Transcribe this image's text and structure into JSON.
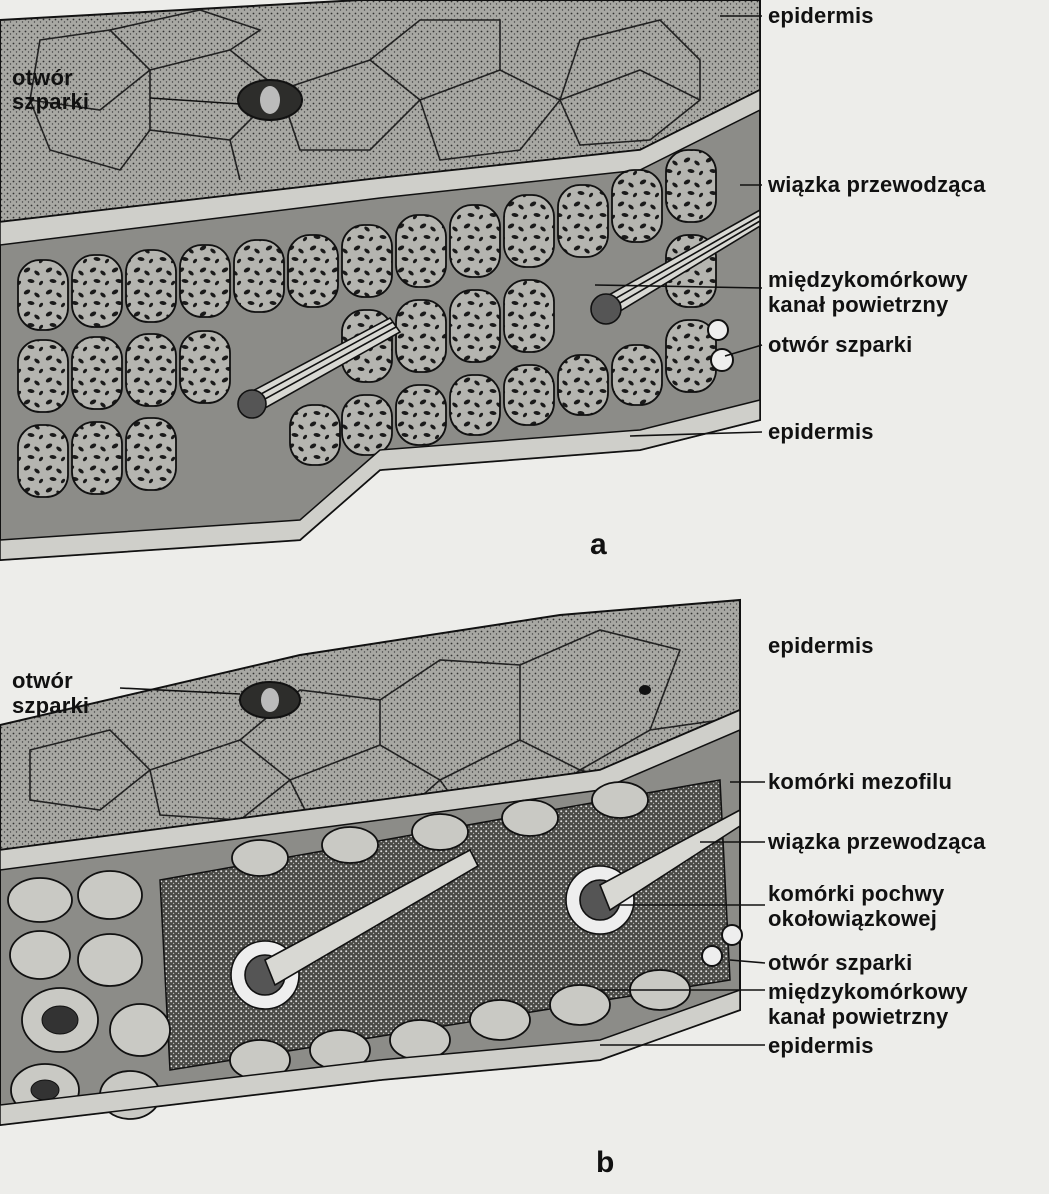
{
  "panel_a": {
    "letter": "a",
    "labels": {
      "epidermis_top": "epidermis",
      "stoma_left_line1": "otwór",
      "stoma_left_line2": "szparki",
      "vascular_bundle": "wiązka przewodząca",
      "air_channel_line1": "międzykomórkowy",
      "air_channel_line2": "kanał powietrzny",
      "stoma_right": "otwór szparki",
      "epidermis_bottom": "epidermis"
    }
  },
  "panel_b": {
    "letter": "b",
    "labels": {
      "epidermis_top": "epidermis",
      "stoma_left_line1": "otwór",
      "stoma_left_line2": "szparki",
      "mesophyll": "komórki mezofilu",
      "vascular_bundle": "wiązka przewodząca",
      "sheath_line1": "komórki pochwy",
      "sheath_line2": "okołowiązkowej",
      "stoma_right": "otwór szparki",
      "air_channel_line1": "międzykomórkowy",
      "air_channel_line2": "kanał powietrzny",
      "epidermis_bottom": "epidermis"
    }
  },
  "colors": {
    "paper": "#ededea",
    "ink": "#111111",
    "cell_fill": "#9a9a96",
    "mesophyll_fill": "#6a6a66"
  }
}
